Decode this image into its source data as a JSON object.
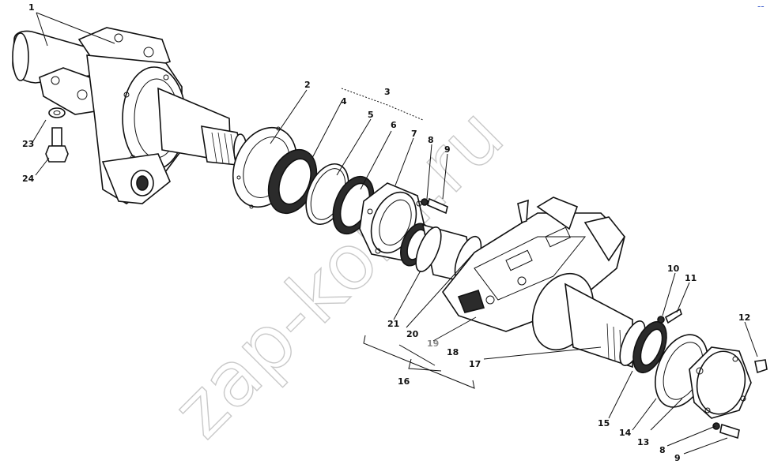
{
  "watermark": "zap-kom.ru",
  "corner_mark": "--",
  "callouts": [
    {
      "id": "c1",
      "text": "1"
    },
    {
      "id": "c2",
      "text": "2"
    },
    {
      "id": "c3",
      "text": "3"
    },
    {
      "id": "c4",
      "text": "4"
    },
    {
      "id": "c5",
      "text": "5"
    },
    {
      "id": "c6",
      "text": "6"
    },
    {
      "id": "c7",
      "text": "7"
    },
    {
      "id": "c8a",
      "text": "8"
    },
    {
      "id": "c9a",
      "text": "9"
    },
    {
      "id": "c10",
      "text": "10"
    },
    {
      "id": "c11",
      "text": "11"
    },
    {
      "id": "c12",
      "text": "12"
    },
    {
      "id": "c13",
      "text": "13"
    },
    {
      "id": "c14",
      "text": "14"
    },
    {
      "id": "c15",
      "text": "15"
    },
    {
      "id": "c16",
      "text": "16"
    },
    {
      "id": "c17",
      "text": "17"
    },
    {
      "id": "c18",
      "text": "18"
    },
    {
      "id": "c19",
      "text": "19"
    },
    {
      "id": "c20",
      "text": "20"
    },
    {
      "id": "c21",
      "text": "21"
    },
    {
      "id": "c23",
      "text": "23"
    },
    {
      "id": "c24",
      "text": "24"
    },
    {
      "id": "c8b",
      "text": "8"
    },
    {
      "id": "c9b",
      "text": "9"
    }
  ]
}
